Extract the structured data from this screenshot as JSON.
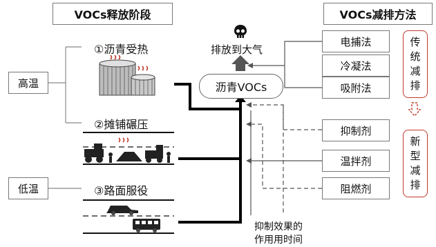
{
  "left_header": "VOCs释放阶段",
  "right_header": "VOCs减排方法",
  "temp_high": "高温",
  "temp_low": "低温",
  "stage1": "①沥青受热",
  "stage2": "②摊铺碾压",
  "stage3": "③路面服役",
  "center_node": "沥青VOCs",
  "release": "排放到大气",
  "traditional_methods": [
    "电捕法",
    "冷凝法",
    "吸附法"
  ],
  "new_methods": [
    "抑制剂",
    "温拌剂",
    "阻燃剂"
  ],
  "traditional_label": [
    "传",
    "统",
    "减",
    "排"
  ],
  "new_label": [
    "新",
    "型",
    "减",
    "排"
  ],
  "time_caption_line1": "抑制效果的",
  "time_caption_line2": "作用用时间",
  "colors": {
    "accent_red": "#c0392b",
    "thick_line": "#000000",
    "box_border": "#777777"
  },
  "icons": [
    "skull-icon",
    "heat-wave-icon",
    "asphalt-tank-icon",
    "paving-machine-icon",
    "car-icon",
    "bus-icon",
    "arrow-down-icon",
    "arrow-up-icon"
  ]
}
